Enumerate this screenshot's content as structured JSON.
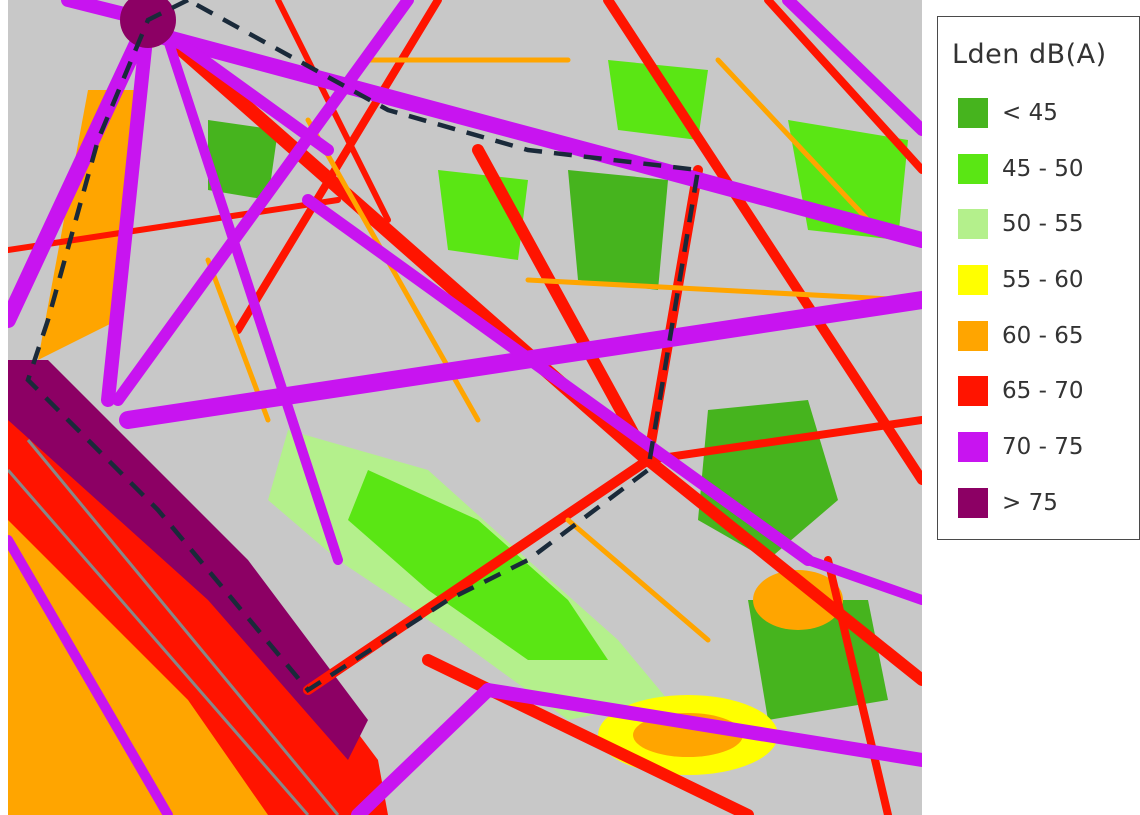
{
  "map": {
    "colors": {
      "background": "#c8c8c8",
      "lt45": "#46b41e",
      "b45_50": "#5ae614",
      "b50_55": "#b4f08c",
      "b55_60": "#ffff00",
      "b60_65": "#ffa500",
      "b65_70": "#ff1400",
      "b70_75": "#c814f0",
      "gt75": "#8c0064",
      "boundary": "#1a2a3a"
    }
  },
  "legend": {
    "title": "Lden dB(A)",
    "items": [
      {
        "label": "< 45",
        "color": "#46b41e"
      },
      {
        "label": "45 - 50",
        "color": "#5ae614"
      },
      {
        "label": "50 - 55",
        "color": "#b4f08c"
      },
      {
        "label": "55 - 60",
        "color": "#ffff00"
      },
      {
        "label": "60 - 65",
        "color": "#ffa500"
      },
      {
        "label": "65 - 70",
        "color": "#ff1400"
      },
      {
        "label": "70 - 75",
        "color": "#c814f0"
      },
      {
        "label": "> 75",
        "color": "#8c0064"
      }
    ]
  }
}
